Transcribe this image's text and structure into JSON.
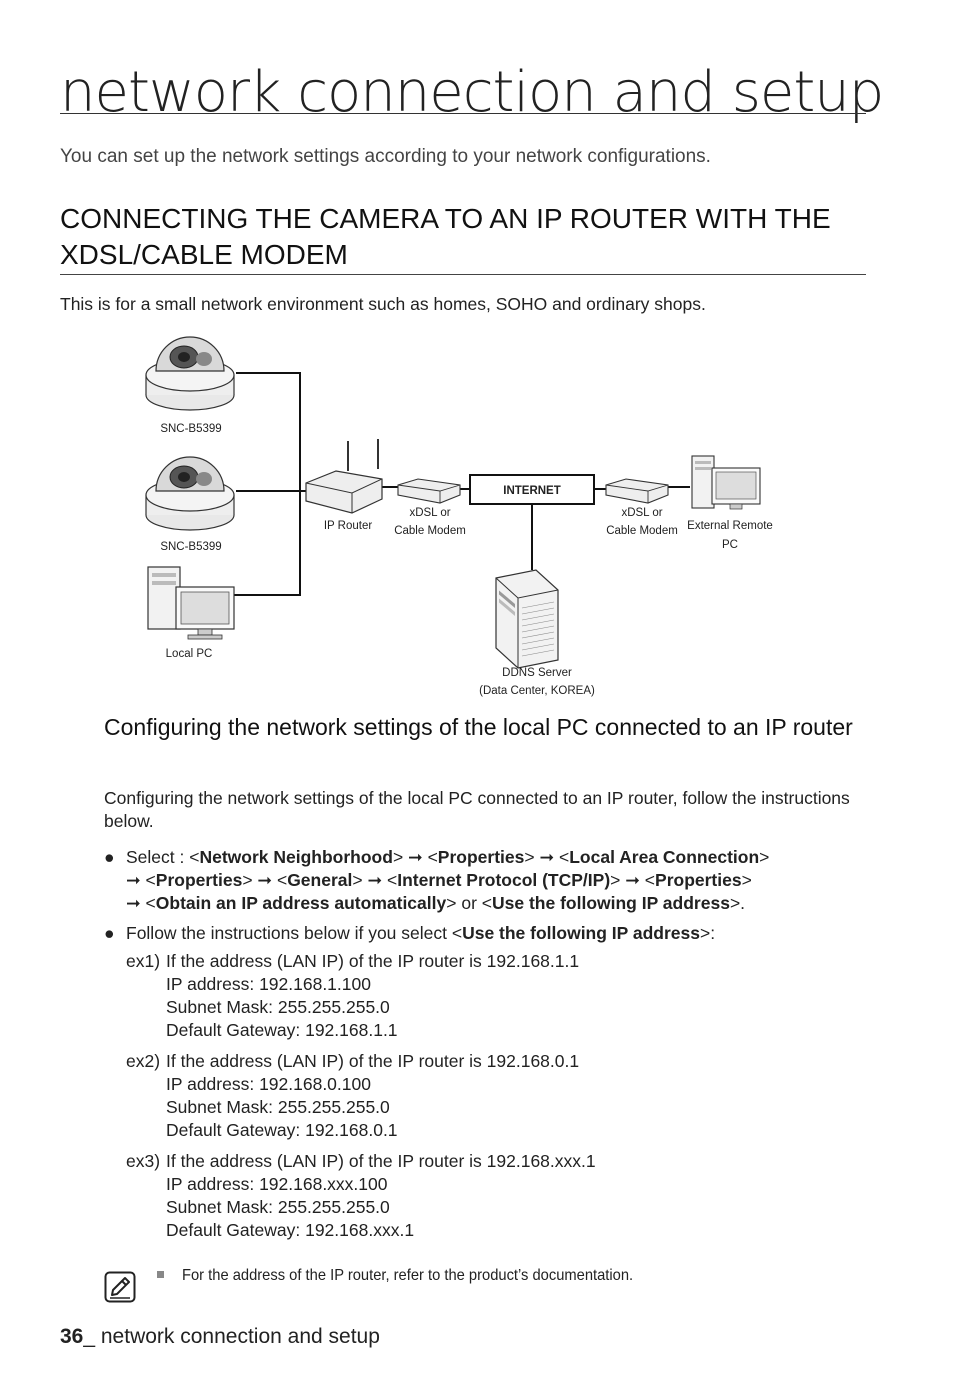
{
  "page": {
    "title": "network connection and setup",
    "intro": "You can set up the network settings according to your network configurations.",
    "section_heading": "CONNECTING THE CAMERA TO AN IP ROUTER WITH THE XDSL/CABLE MODEM",
    "section_desc": "This is for a small network environment such as homes, SOHO and ordinary shops."
  },
  "diagram": {
    "camera1_label": "SNC-B5399",
    "camera2_label": "SNC-B5399",
    "local_pc_label": "Local PC",
    "ip_router_label": "IP Router",
    "modem_left_line1": "xDSL or",
    "modem_left_line2": "Cable Modem",
    "internet_label": "INTERNET",
    "modem_right_line1": "xDSL or",
    "modem_right_line2": "Cable Modem",
    "remote_pc_line1": "External Remote",
    "remote_pc_line2": "PC",
    "ddns_line1": "DDNS Server",
    "ddns_line2": "(Data Center, KOREA)"
  },
  "subsection": {
    "heading": "Configuring the network settings of the local PC connected to an IP router",
    "desc": "Configuring the network settings of the local PC connected to an IP router, follow the instructions below."
  },
  "bullets": {
    "b1_select": "Select : ",
    "b1_network_neighborhood": "Network Neighborhood",
    "b1_properties1": "Properties",
    "b1_local_area_connection": "Local Area Connection",
    "b1_properties2": "Properties",
    "b1_general": "General",
    "b1_tcpip": "Internet Protocol (TCP/IP)",
    "b1_properties3": "Properties",
    "b1_obtain": "Obtain an IP address automatically",
    "b1_or": " or ",
    "b1_use_following": "Use the following IP address",
    "b2_prefix": "Follow the instructions below if you select ",
    "b2_use_following": "Use the following IP address"
  },
  "examples": [
    {
      "label": "ex1)",
      "router": "If the address (LAN IP) of the IP router is 192.168.1.1",
      "ip": "IP address: 192.168.1.100",
      "subnet": "Subnet Mask: 255.255.255.0",
      "gateway": "Default Gateway: 192.168.1.1"
    },
    {
      "label": "ex2)",
      "router": "If the address (LAN IP) of the IP router is 192.168.0.1",
      "ip": "IP address: 192.168.0.100",
      "subnet": "Subnet Mask: 255.255.255.0",
      "gateway": "Default Gateway: 192.168.0.1"
    },
    {
      "label": "ex3)",
      "router": "If the address (LAN IP) of the IP router is 192.168.xxx.1",
      "ip": "IP address: 192.168.xxx.100",
      "subnet": "Subnet Mask: 255.255.255.0",
      "gateway": "Default Gateway: 192.168.xxx.1"
    }
  ],
  "note": {
    "icon": "note-pencil-icon",
    "text": "For the address of the IP router, refer to the product’s documentation."
  },
  "footer": {
    "page_number": "36",
    "text": "_ network connection and setup"
  }
}
